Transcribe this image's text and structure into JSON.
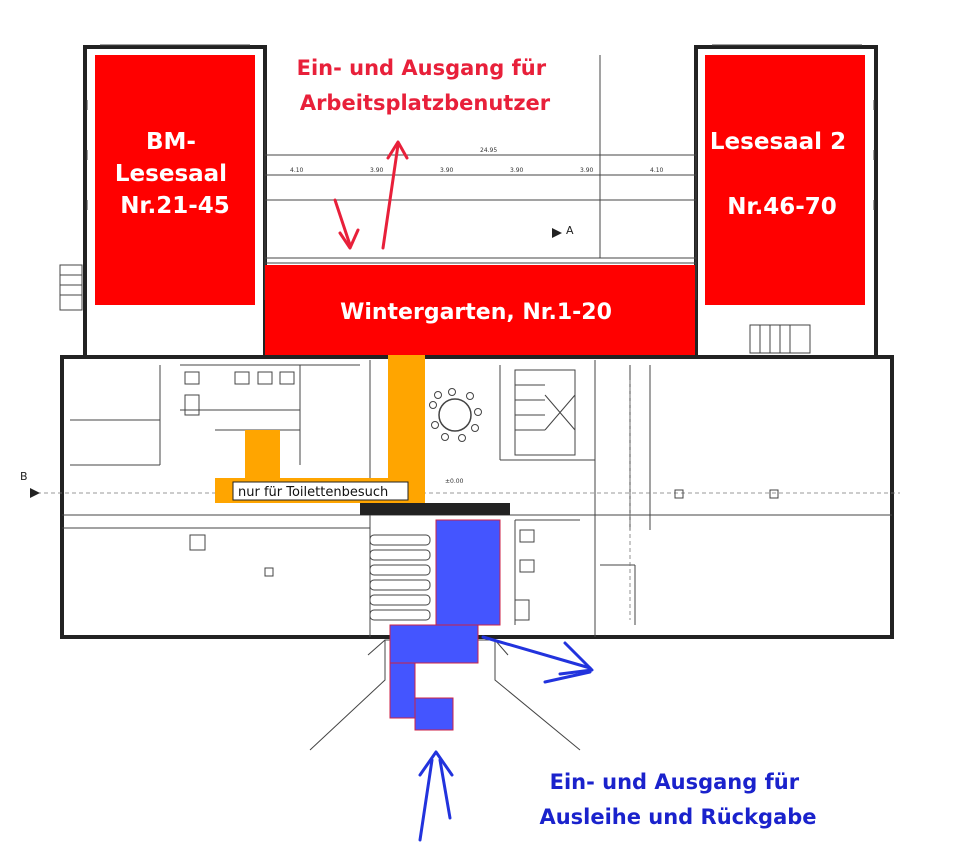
{
  "colors": {
    "reading_zone": "#ff0000",
    "toilet_path": "#ffa500",
    "lending_path": "#4455ff",
    "upper_arrow": "#e8203a",
    "lower_arrow": "#2233dd",
    "callout_top": "#e8203a",
    "callout_bottom": "#1a22cc"
  },
  "zones": {
    "bm_lesesaal": {
      "lines": [
        "BM-",
        "Lesesaal",
        "Nr.21-45"
      ]
    },
    "lesesaal_2": {
      "lines": [
        "Lesesaal 2",
        "Nr.46-70"
      ]
    },
    "wintergarten": {
      "label": "Wintergarten, Nr.1-20"
    }
  },
  "toilet_note": "nur für Toilettenbesuch",
  "callouts": {
    "top": {
      "lines": [
        "Ein- und Ausgang für",
        "Arbeitsplatzbenutzer"
      ]
    },
    "bottom": {
      "lines": [
        "Ein- und Ausgang für",
        "Ausleihe und Rückgabe"
      ]
    }
  },
  "plan_text": {
    "total_dim": "24.95",
    "dims_top": [
      "4.10",
      "3.90",
      "3.90",
      "3.90",
      "3.90",
      "4.10"
    ],
    "section_a": "A",
    "section_b": "B",
    "level": "±0.00"
  }
}
